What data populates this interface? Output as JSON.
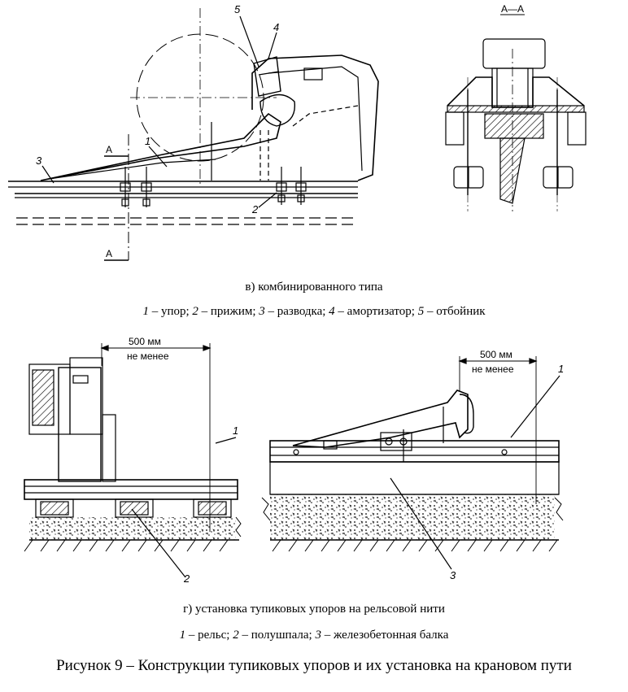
{
  "figure_v": {
    "section_label": "А—А",
    "cut_label_top": "А",
    "cut_label_bottom": "А",
    "callouts": {
      "n1": "1",
      "n2": "2",
      "n3": "3",
      "n4": "4",
      "n5": "5"
    },
    "caption": "в) комбинированного типа",
    "legend": [
      {
        "num": "1",
        "sep": " – ",
        "text": "упор",
        "tail": "; "
      },
      {
        "num": "2",
        "sep": " – ",
        "text": "прижим",
        "tail": "; "
      },
      {
        "num": "3",
        "sep": " – ",
        "text": "разводка",
        "tail": "; "
      },
      {
        "num": "4",
        "sep": " – ",
        "text": "амортизатор",
        "tail": "; "
      },
      {
        "num": "5",
        "sep": " – ",
        "text": "отбойник",
        "tail": ""
      }
    ]
  },
  "figure_g": {
    "left": {
      "dim_value": "500 мм",
      "dim_note": "не менее",
      "callout1": "1",
      "callout2": "2"
    },
    "right": {
      "dim_value": "500 мм",
      "dim_note": "не менее",
      "callout1": "1",
      "callout3": "3"
    },
    "caption": "г) установка тупиковых упоров на рельсовой нити",
    "legend": [
      {
        "num": "1",
        "sep": " – ",
        "text": "рельс",
        "tail": "; "
      },
      {
        "num": "2",
        "sep": " – ",
        "text": "полушпала",
        "tail": "; "
      },
      {
        "num": "3",
        "sep": " – ",
        "text": "железобетонная балка",
        "tail": ""
      }
    ]
  },
  "figure_title": "Рисунок 9 – Конструкции тупиковых упоров и их установка на крановом пути"
}
